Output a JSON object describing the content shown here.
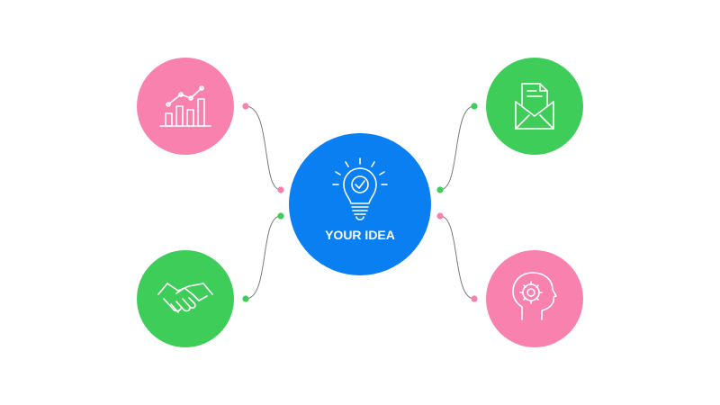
{
  "center": {
    "label": "YOUR IDEA",
    "color": "#0a7ff2",
    "icon": "lightbulb-check-icon"
  },
  "nodes": [
    {
      "id": "analytics",
      "icon": "bar-chart-trend-icon",
      "color": "#f882ad",
      "side": "left"
    },
    {
      "id": "partnership",
      "icon": "handshake-icon",
      "color": "#3ecd59",
      "side": "left"
    },
    {
      "id": "communication",
      "icon": "document-envelope-icon",
      "color": "#3ecd59",
      "side": "right"
    },
    {
      "id": "thinking",
      "icon": "head-gear-icon",
      "color": "#f882ad",
      "side": "right"
    }
  ],
  "connector_color": "#7a7a7a"
}
